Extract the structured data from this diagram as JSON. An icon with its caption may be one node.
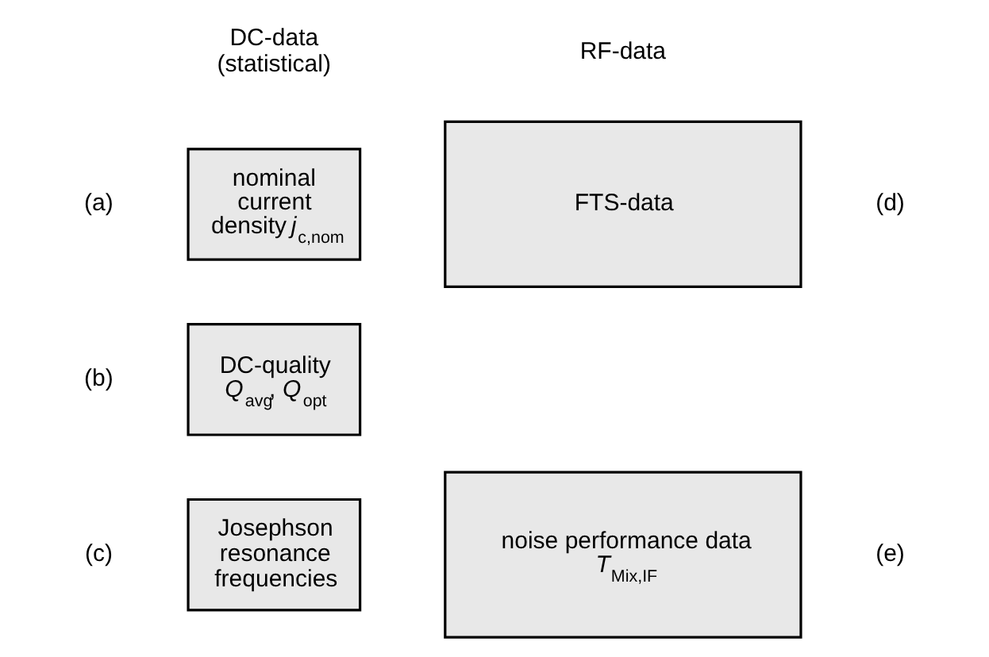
{
  "diagram": {
    "nodes": [
      {
        "text": [
          "nominal current density *j*$_{c,nom}$"
        ],
        "beside": [
          "(a)"
        ]
      },
      {
        "text": [
          "DC-quality *Q*$_{avg}$, *Q*$_{opt}$"
        ],
        "beside": [
          "(b)"
        ]
      },
      {
        "text": [
          "Josephson resonance frequencies"
        ],
        "beside": [
          "(c)"
        ]
      },
      {
        "text": [
          "FTS-data"
        ],
        "beside": [
          "(d)"
        ]
      },
      {
        "text": [
          "noise performance data *T*$_{Mix,IF}$"
        ],
        "beside": [
          "(e)"
        ]
      }
    ],
    "labels": [
      "DC-data (statistical)",
      "RF-data"
    ]
  }
}
